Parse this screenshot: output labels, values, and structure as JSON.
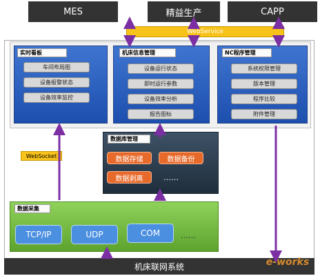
{
  "top": {
    "mes": "MES",
    "lean": "精益生产",
    "capp": "CAPP"
  },
  "webservice": "WebService",
  "realtime": {
    "title": "实时看板",
    "items": [
      "车间布局图",
      "设备报警状态",
      "设备效率监控"
    ]
  },
  "machine": {
    "title": "机床信息管理",
    "items": [
      "设备运行状态",
      "即时运行参数",
      "设备效率分析",
      "报告图标"
    ]
  },
  "nc": {
    "title": "NC程序管理",
    "items": [
      "系统权限管理",
      "版本管理",
      "程序比较",
      "附件管理"
    ]
  },
  "database": {
    "title": "数据库管理",
    "items": [
      "数据存储",
      "数据备份",
      "数据剥离"
    ],
    "more": "……"
  },
  "websocket": "WebSocket",
  "collect": {
    "title": "数据采集",
    "items": [
      "TCP/IP",
      "UDP",
      "COM"
    ],
    "more": "……"
  },
  "bottom": "机床联网系统",
  "watermark": "e-works",
  "colors": {
    "arrow": "#7b2fa3",
    "orange": "#e86a2b",
    "blue": "#2a5fbf",
    "green": "#7cc04a",
    "yellow": "#f7c21a"
  }
}
